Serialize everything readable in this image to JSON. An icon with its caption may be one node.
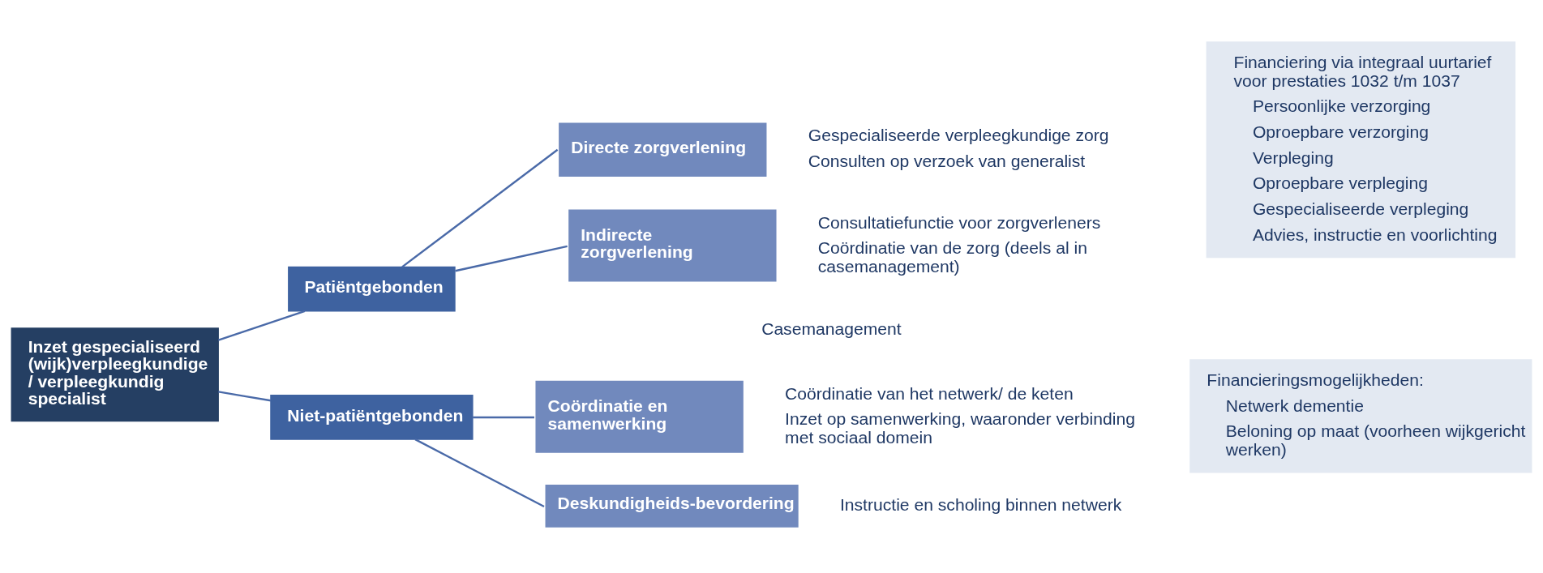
{
  "diagram": {
    "nodes": [
      {
        "text": [
          "Inzet gespecialiseerd (wijk)verpleegkundige / verpleegkundig specialist"
        ]
      },
      {
        "text": [
          "Patiëntgebonden"
        ]
      },
      {
        "text": [
          "Niet-patiëntgebonden"
        ]
      },
      {
        "text": [
          "Directe zorgverlening"
        ],
        "beside": [
          "Gespecialiseerde verpleegkundige zorg",
          "Consulten op verzoek van generalist"
        ]
      },
      {
        "text": [
          "Indirecte zorgverlening"
        ],
        "beside": [
          "Consultatiefunctie voor zorgverleners",
          "Coördinatie van de zorg (deels al in casemanagement)"
        ]
      },
      {
        "text": [
          "Coördinatie en samenwerking"
        ],
        "beside": [
          "Coördinatie van het netwerk/ de keten",
          "Inzet op samenwerking, waaronder verbinding met sociaal domein"
        ]
      },
      {
        "text": [
          "Deskundigheids-bevordering"
        ],
        "beside": [
          "Instructie en scholing binnen netwerk"
        ]
      },
      {
        "text": [
          "Financiering via integraal uurtarief voor prestaties 1032 t/m 1037",
          "Persoonlijke verzorging",
          "Oproepbare verzorging",
          "Verpleging",
          "Oproepbare verpleging",
          "Gespecialiseerde verpleging",
          "Advies, instructie en voorlichting"
        ]
      },
      {
        "text": [
          "Financieringsmogelijkheden:",
          "Netwerk dementie",
          "Beloning op maat (voorheen wijkgericht werken)"
        ]
      }
    ],
    "edges": [
      {
        "from": 0,
        "to": 1,
        "arrow": "none"
      },
      {
        "from": 0,
        "to": 2,
        "arrow": "none"
      },
      {
        "from": 1,
        "to": 3,
        "arrow": "none"
      },
      {
        "from": 1,
        "to": 4,
        "arrow": "none"
      },
      {
        "from": 2,
        "to": 5,
        "arrow": "none"
      },
      {
        "from": 2,
        "to": 6,
        "arrow": "none"
      }
    ],
    "labels": [
      "Casemanagement"
    ]
  }
}
